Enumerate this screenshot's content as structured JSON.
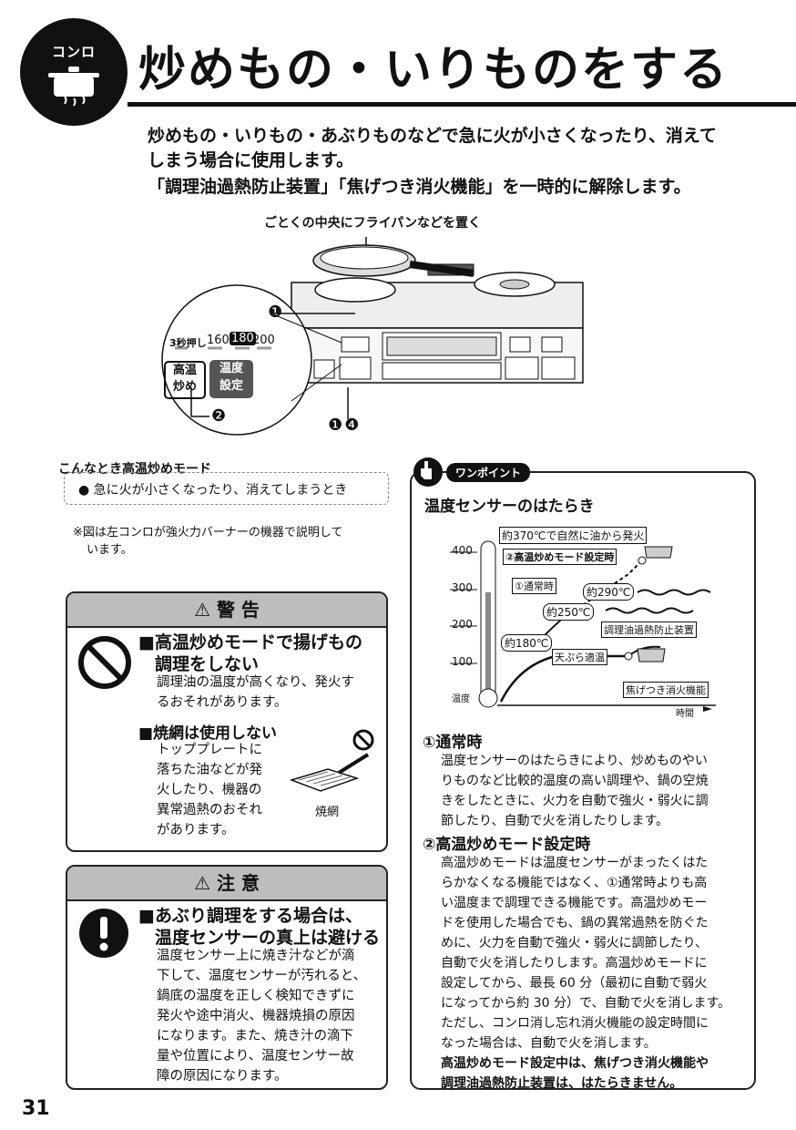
{
  "header": {
    "badge_label": "コンロ",
    "title": "炒めもの・いりものをする"
  },
  "intro": {
    "line1": "炒めもの・いりもの・あぶりものなどで急に火が小さくなったり、消えて",
    "line2": "しまう場合に使用します。",
    "line3": "「調理油過熱防止装置」「焦げつき消火機能」を一時的に解除します。"
  },
  "figure": {
    "caption": "ごとくの中央にフライパンなどを置く",
    "press_label": "3秒押し",
    "temps": [
      "160",
      "180",
      "200"
    ],
    "selected_temp": "180",
    "btn_high": [
      "高温",
      "炒め"
    ],
    "btn_temp": [
      "温度",
      "設定"
    ],
    "callout_1": "❶",
    "callout_2": "❷",
    "callout_14": "❶❹"
  },
  "usage": {
    "title": "こんなとき高温炒めモード",
    "item": "● 急に火が小さくなったり、消えてしまうとき"
  },
  "note": {
    "line1": "※図は左コンロが強火力バーナーの機器で説明して",
    "line2": "います。"
  },
  "warning": {
    "head": "⚠ 警 告",
    "item1_title1": "■高温炒めモードで揚げもの",
    "item1_title2": "調理をしない",
    "item1_text1": "調理油の温度が高くなり、発火す",
    "item1_text2": "るおそれがあります。",
    "item2_title": "■焼網は使用しない",
    "item2_text": [
      "トッププレートに",
      "落ちた油などが発",
      "火したり、機器の",
      "異常過熱のおそれ",
      "があります。"
    ],
    "grill_label": "焼網"
  },
  "caution": {
    "head": "⚠ 注 意",
    "title1": "■あぶり調理をする場合は、",
    "title2": "温度センサーの真上は避ける",
    "text": [
      "温度センサー上に焼き汁などが滴",
      "下して、温度センサーが汚れると、",
      "鍋底の温度を正しく検知できずに",
      "発火や途中消火、機器焼損の原因",
      "になります。また、焼き汁の滴下",
      "量や位置により、温度センサー故",
      "障の原因になります。"
    ]
  },
  "onepoint": {
    "tag": "ワンポイント",
    "title": "温度センサーのはたらき",
    "graph": {
      "y_ticks": [
        "400",
        "300",
        "200",
        "100"
      ],
      "y_label": "温度",
      "x_label": "時間",
      "ann_370": "約370℃で自然に油から発火",
      "ann_mode": "②高温炒めモード設定時",
      "ann_normal": "①通常時",
      "ann_290": "約290℃",
      "ann_250": "約250℃",
      "ann_oil": "調理油過熱防止装置",
      "ann_180": "約180℃",
      "ann_tempura": "天ぷら適温",
      "ann_burn": "焦げつき消火機能"
    },
    "s1_title": "①通常時",
    "s1_text": [
      "温度センサーのはたらきにより、炒めものやい",
      "りものなど比較的温度の高い調理や、鍋の空焼",
      "きをしたときに、火力を自動で強火・弱火に調",
      "節したり、自動で火を消したりします。"
    ],
    "s2_title": "②高温炒めモード設定時",
    "s2_text": [
      "高温炒めモードは温度センサーがまったくはた",
      "らかなくなる機能ではなく、①通常時よりも高",
      "い温度まで調理できる機能です。高温炒めモー",
      "ドを使用した場合でも、鍋の異常過熱を防ぐた",
      "めに、火力を自動で強火・弱火に調節したり、",
      "自動で火を消したりします。高温炒めモードに",
      "設定してから、最長 60 分（最初に自動で弱火",
      "になってから約 30 分）で、自動で火を消します。",
      "ただし、コンロ消し忘れ消火機能の設定時間に",
      "なった場合は、自動で火を消します。"
    ],
    "s2_bold": [
      "高温炒めモード設定中は、焦げつき消火機能や",
      "調理油過熱防止装置は、はたらきません。"
    ]
  },
  "page_number": "31"
}
